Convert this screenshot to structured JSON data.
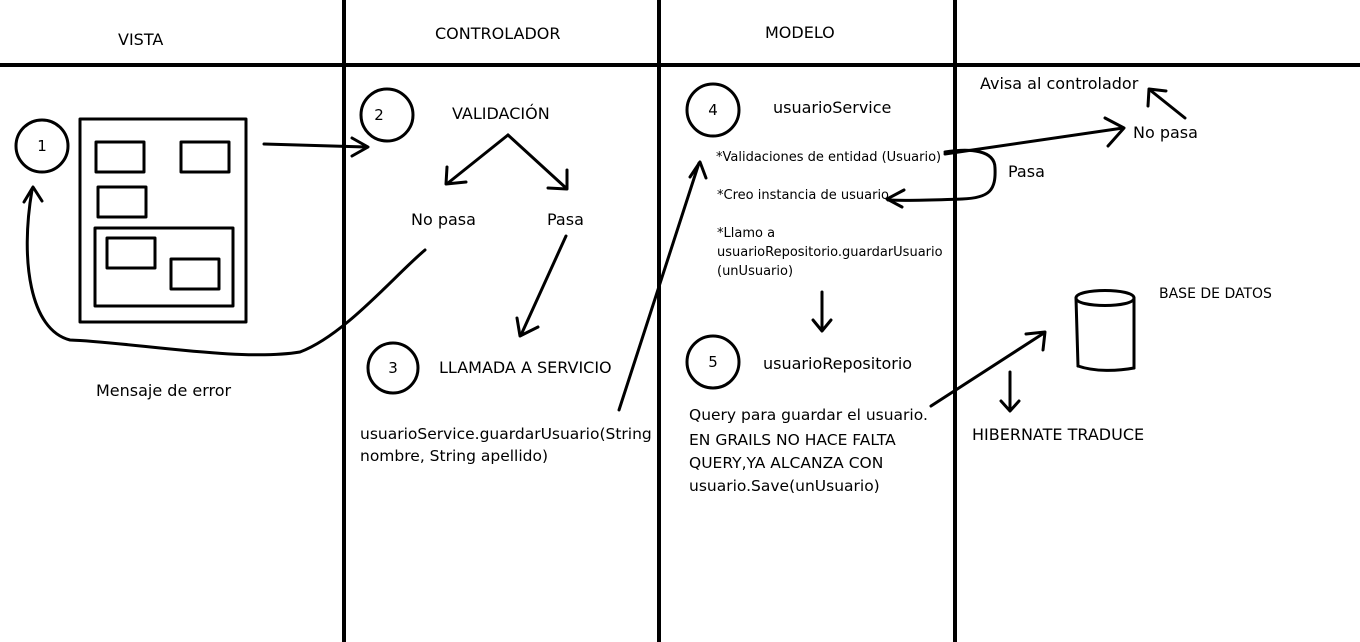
{
  "columns": {
    "vista": "VISTA",
    "controlador": "CONTROLADOR",
    "modelo": "MODELO",
    "fourth": ""
  },
  "steps": [
    "1",
    "2",
    "3",
    "4",
    "5"
  ],
  "vista": {
    "error_message": "Mensaje de error"
  },
  "controlador": {
    "validation_title": "VALIDACIÓN",
    "fail_label": "No pasa",
    "pass_label": "Pasa",
    "service_call_title": "LLAMADA A SERVICIO",
    "service_call_code_line1": "usuarioService.guardarUsuario(String",
    "service_call_code_line2": "nombre, String apellido)"
  },
  "modelo": {
    "service_name": "usuarioService",
    "entity_validations": "*Validaciones de entidad (Usuario)",
    "create_instance": "*Creo instancia de usuario",
    "call_repo_line1": "*Llamo a",
    "call_repo_line2": "usuarioRepositorio.guardarUsuario",
    "call_repo_line3": "(unUsuario)",
    "repository_name": "usuarioRepositorio",
    "query_line1": "Query para guardar el usuario.",
    "query_line2": "EN GRAILS NO HACE FALTA",
    "query_line3": "QUERY,YA ALCANZA CON",
    "query_line4": "usuario.Save(unUsuario)"
  },
  "database_column": {
    "notify_controller": "Avisa al controlador",
    "fail_label": "No pasa",
    "pass_label": "Pasa",
    "database_label": "BASE DE DATOS",
    "hibernate_label": "HIBERNATE TRADUCE"
  },
  "colors": {
    "ink": "#000000",
    "background": "#ffffff"
  }
}
